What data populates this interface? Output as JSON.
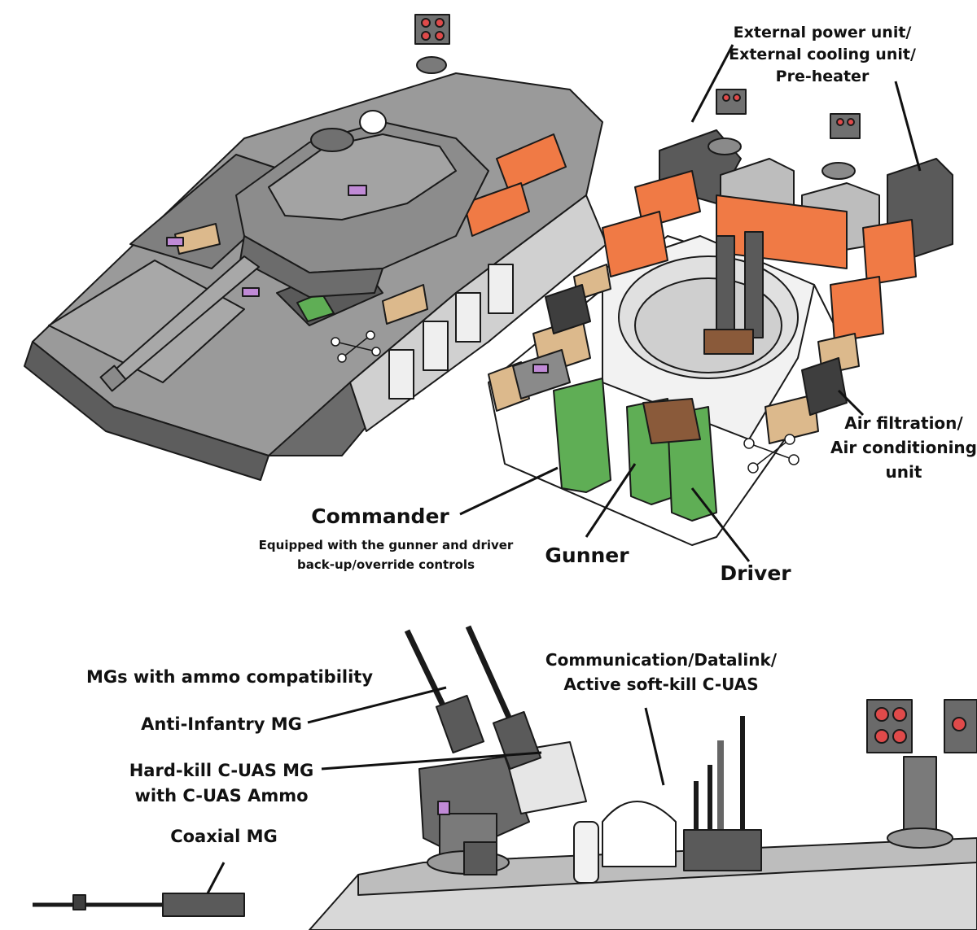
{
  "labels": {
    "external_power": [
      "External power unit/",
      "External cooling unit/",
      "Pre-heater"
    ],
    "air_filtration": [
      "Air filtration/",
      "Air conditioning",
      "unit"
    ],
    "commander_title": "Commander",
    "commander_desc": [
      "Equipped with the gunner and driver",
      "back-up/override controls"
    ],
    "gunner": "Gunner",
    "driver": "Driver",
    "mgs_ammo": "MGs with ammo compatibility",
    "anti_infantry_mg": "Anti-Infantry MG",
    "hard_kill_mg": [
      "Hard-kill C-UAS MG",
      "with C-UAS Ammo"
    ],
    "coaxial_mg": "Coaxial MG",
    "communication": [
      "Communication/Datalink/",
      "Active soft-kill C-UAS"
    ]
  },
  "colors": {
    "hull_dark": "#5a5a5a",
    "hull_mid": "#8a8a8a",
    "hull_light": "#bdbdbd",
    "hull_pale": "#e6e6e6",
    "orange": "#f07a45",
    "tan": "#dcb98c",
    "seat_green": "#5fae55",
    "optic_purple": "#c08ad6",
    "sensor_red": "#e04a4a"
  }
}
